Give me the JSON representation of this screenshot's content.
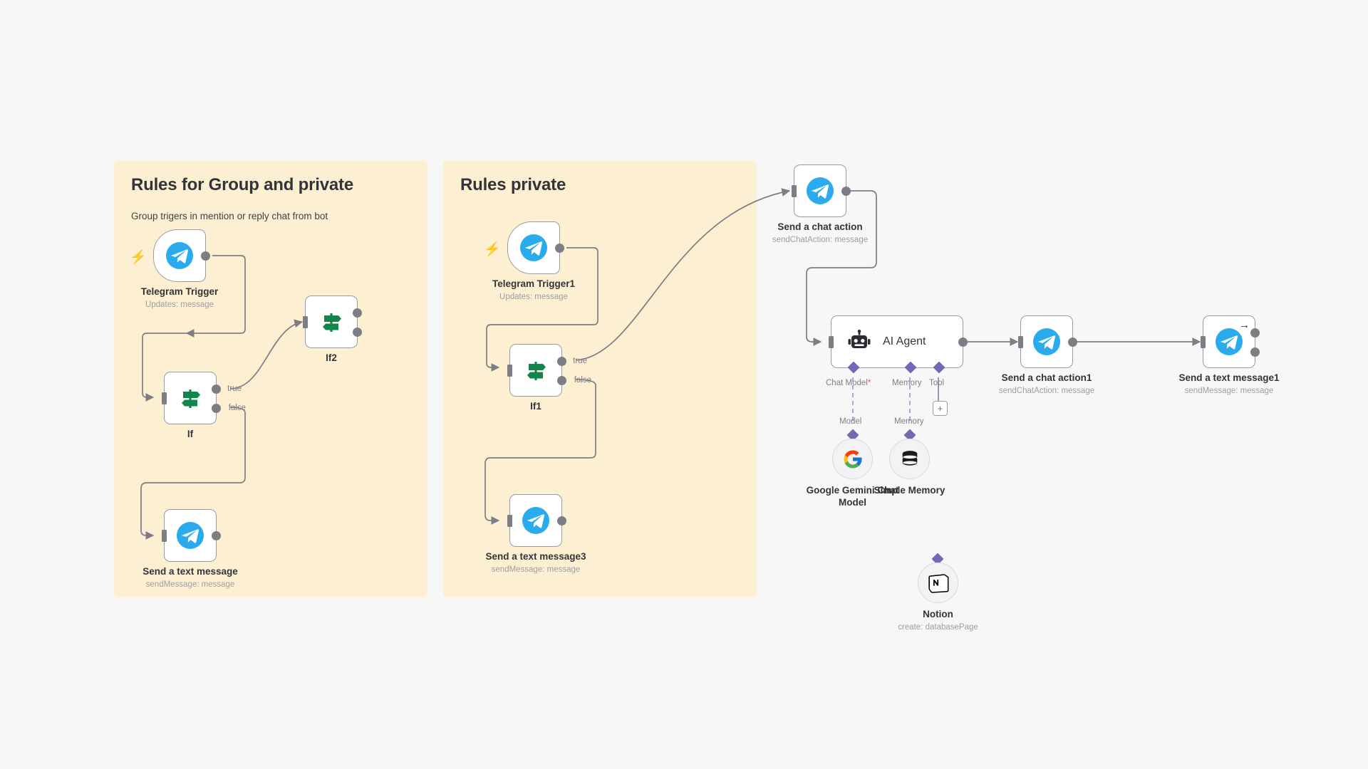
{
  "canvas": {
    "background_color": "#f7f7f8",
    "sticky_color": "#fdf0d2"
  },
  "sticky_notes": [
    {
      "id": "sticky-group-private",
      "title": "Rules for Group and private",
      "subtitle": "Group trigers in mention or reply chat from bot"
    },
    {
      "id": "sticky-private",
      "title": "Rules private",
      "subtitle": ""
    }
  ],
  "nodes": [
    {
      "id": "telegram-trigger",
      "title": "Telegram Trigger",
      "subtitle": "Updates: message",
      "icon": "telegram-icon",
      "kind": "trigger"
    },
    {
      "id": "if",
      "title": "If",
      "subtitle": "",
      "icon": "signpost-icon",
      "kind": "if",
      "outputs": [
        "true",
        "false"
      ]
    },
    {
      "id": "if2",
      "title": "If2",
      "subtitle": "",
      "icon": "signpost-icon",
      "kind": "if",
      "outputs": [
        "",
        ""
      ]
    },
    {
      "id": "send-a-text-message",
      "title": "Send a text message",
      "subtitle": "sendMessage: message",
      "icon": "telegram-icon",
      "kind": "action"
    },
    {
      "id": "telegram-trigger1",
      "title": "Telegram Trigger1",
      "subtitle": "Updates: message",
      "icon": "telegram-icon",
      "kind": "trigger"
    },
    {
      "id": "if1",
      "title": "If1",
      "subtitle": "",
      "icon": "signpost-icon",
      "kind": "if",
      "outputs": [
        "true",
        "false"
      ]
    },
    {
      "id": "send-a-text-message3",
      "title": "Send a text message3",
      "subtitle": "sendMessage: message",
      "icon": "telegram-icon",
      "kind": "action"
    },
    {
      "id": "send-a-chat-action",
      "title": "Send a chat action",
      "subtitle": "sendChatAction: message",
      "icon": "telegram-icon",
      "kind": "action"
    },
    {
      "id": "ai-agent",
      "title": "AI Agent",
      "subtitle": "",
      "icon": "robot-icon",
      "kind": "agent",
      "sub_ports": [
        {
          "label": "Chat Model",
          "required": true
        },
        {
          "label": "Memory",
          "required": false
        },
        {
          "label": "Tool",
          "required": false
        }
      ]
    },
    {
      "id": "send-a-chat-action1",
      "title": "Send a chat action1",
      "subtitle": "sendChatAction: message",
      "icon": "telegram-icon",
      "kind": "action"
    },
    {
      "id": "send-a-text-message1",
      "title": "Send a text message1",
      "subtitle": "sendMessage: message",
      "icon": "telegram-icon",
      "kind": "action",
      "badge": "arrow-right-icon"
    },
    {
      "id": "google-gemini-chat-model",
      "title": "Google Gemini Chat Model",
      "subtitle": "",
      "icon": "google-icon",
      "kind": "sub",
      "port_label": "Model"
    },
    {
      "id": "simple-memory",
      "title": "Simple Memory",
      "subtitle": "",
      "icon": "database-icon",
      "kind": "sub",
      "port_label": "Memory"
    },
    {
      "id": "notion",
      "title": "Notion",
      "subtitle": "create: databasePage",
      "icon": "notion-icon",
      "kind": "sub",
      "port_label": ""
    }
  ],
  "port_labels": {
    "true": "true",
    "false": "false",
    "model": "Model",
    "memory": "Memory",
    "tool": "Tool",
    "chat_model": "Chat Model",
    "plus": "+"
  }
}
